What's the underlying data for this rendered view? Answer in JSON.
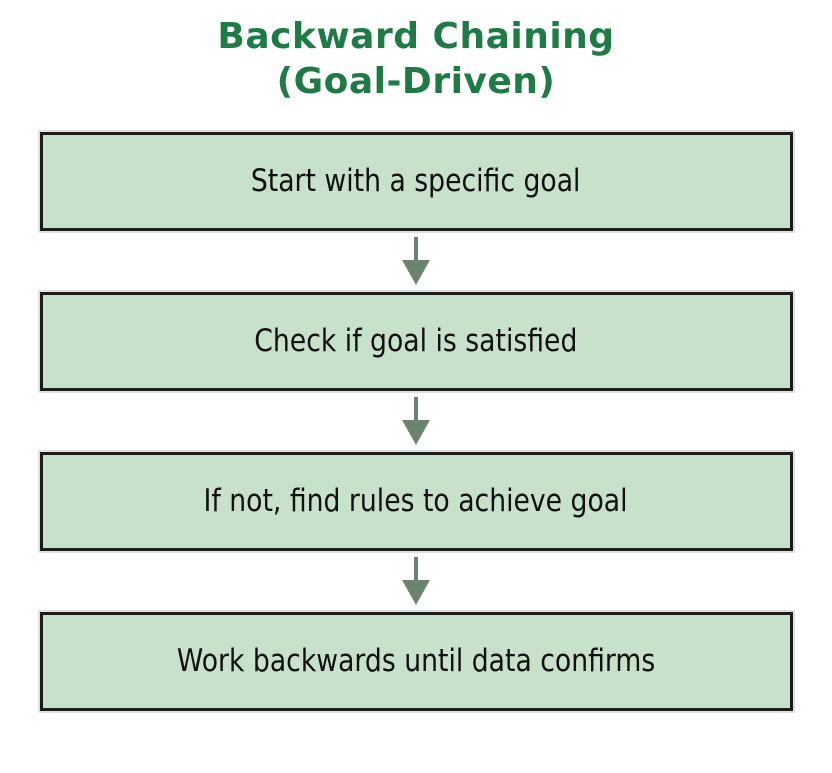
{
  "title": {
    "line1": "Backward Chaining",
    "line2": "(Goal-Driven)"
  },
  "steps": [
    {
      "label": "Start with a specific goal"
    },
    {
      "label": "Check if goal is satisfied"
    },
    {
      "label": "If not, find rules to achieve goal"
    },
    {
      "label": "Work backwards until data confirms"
    }
  ],
  "colors": {
    "background": "#ffffff",
    "title": "#1e7b46",
    "box_fill": "#c7e1cb",
    "box_border": "#1c1c1c",
    "text": "#111111",
    "arrow": "#6d8371"
  }
}
